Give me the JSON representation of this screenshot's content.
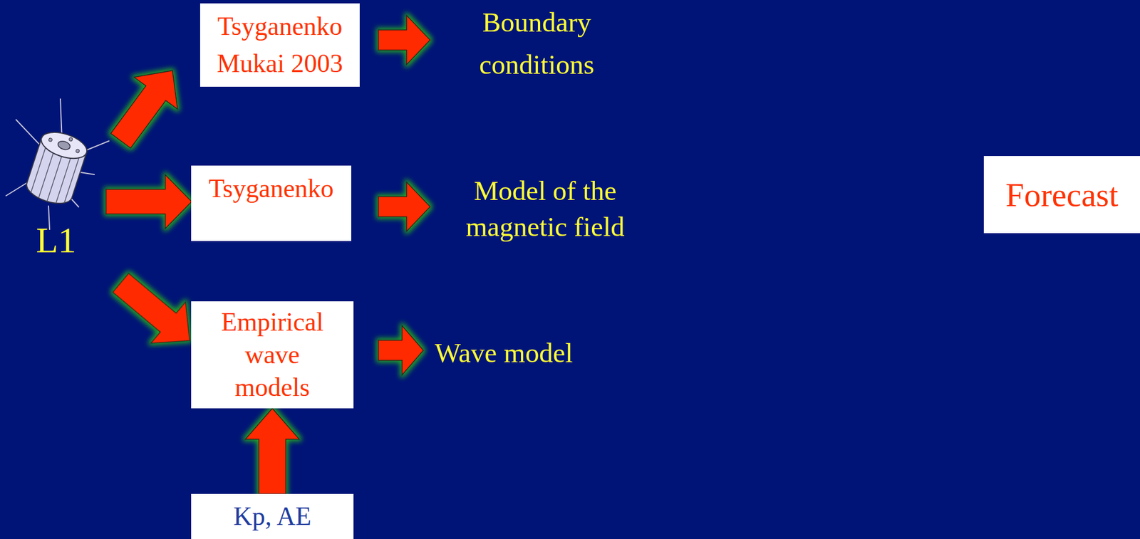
{
  "diagram": {
    "nodes": [
      {
        "text": [
          "Tsyganenko Mukai 2003"
        ]
      },
      {
        "text": [
          "Tsyganenko"
        ]
      },
      {
        "text": [
          "Empirical wave models"
        ]
      },
      {
        "text": [
          "Kp, AE"
        ]
      },
      {
        "text": [
          "Forecast"
        ]
      }
    ],
    "edges": [
      {
        "from": 3,
        "to": 2,
        "arrow": "to"
      }
    ],
    "labels": [
      "L1",
      "Boundary conditions",
      "Model of the magnetic field",
      "Wave model"
    ]
  }
}
